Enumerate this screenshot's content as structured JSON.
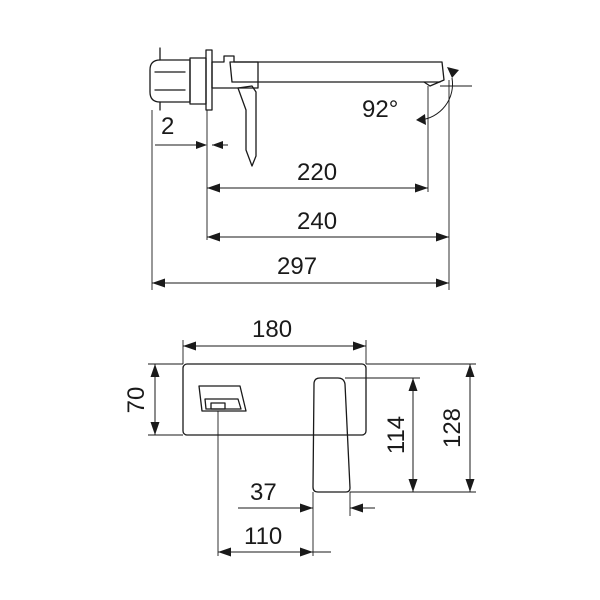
{
  "side_view": {
    "dim_wall_gap": "2",
    "dim_angle": "92°",
    "dim_spout_220": "220",
    "dim_spout_240": "240",
    "dim_overall_297": "297"
  },
  "front_view": {
    "dim_plate_width": "180",
    "dim_plate_height": "70",
    "dim_lever_114": "114",
    "dim_overall_height_128": "128",
    "dim_lever_width_37": "37",
    "dim_outlet_to_lever_110": "110"
  }
}
